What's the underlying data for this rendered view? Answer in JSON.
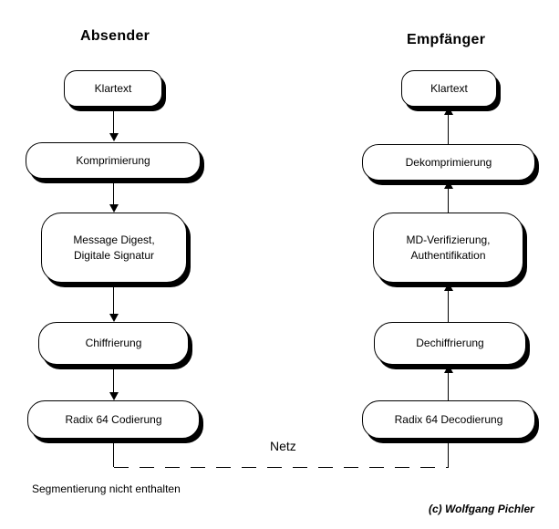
{
  "titles": {
    "left": "Absender",
    "right": "Empfänger"
  },
  "left_column": {
    "boxes": [
      {
        "label": "Klartext"
      },
      {
        "label": "Komprimierung"
      },
      {
        "line1": "Message Digest,",
        "line2": "Digitale Signatur"
      },
      {
        "label": "Chiffrierung"
      },
      {
        "label": "Radix 64 Codierung"
      }
    ]
  },
  "right_column": {
    "boxes": [
      {
        "label": "Klartext"
      },
      {
        "label": "Dekomprimierung"
      },
      {
        "line1": "MD-Verifizierung,",
        "line2": "Authentifikation"
      },
      {
        "label": "Dechiffrierung"
      },
      {
        "label": "Radix 64 Decodierung"
      }
    ]
  },
  "network_label": "Netz",
  "footnote": "Segmentierung nicht enthalten",
  "copyright": "(c) Wolfgang Pichler",
  "colors": {
    "background": "#ffffff",
    "box_fill": "#ffffff",
    "box_border": "#000000",
    "box_shadow": "#000000",
    "line": "#000000"
  }
}
